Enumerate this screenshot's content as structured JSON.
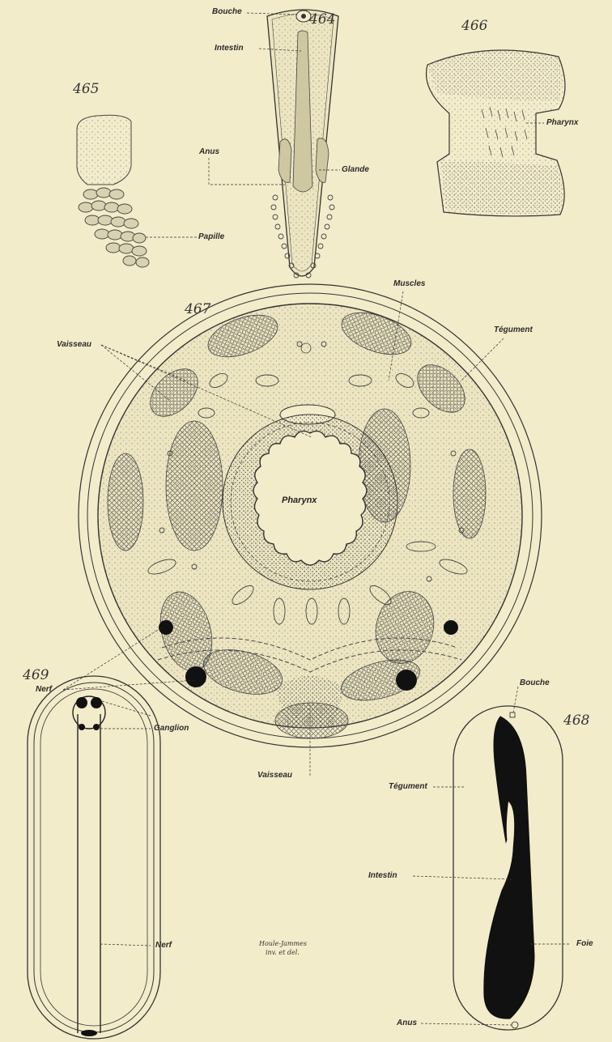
{
  "figures": {
    "fig_464": {
      "number": "464",
      "labels": {
        "bouche": "Bouche",
        "intestin": "Intestin",
        "anus": "Anus",
        "glande": "Glande"
      }
    },
    "fig_465": {
      "number": "465",
      "labels": {
        "papille": "Papille"
      }
    },
    "fig_466": {
      "number": "466",
      "labels": {
        "pharynx": "Pharynx"
      }
    },
    "fig_467": {
      "number": "467",
      "labels": {
        "muscles": "Muscles",
        "tegument": "Tégument",
        "vaisseau_top": "Vaisseau",
        "pharynx": "Pharynx",
        "nerf": "Nerf",
        "vaisseau_bottom": "Vaisseau"
      }
    },
    "fig_468": {
      "number": "468",
      "labels": {
        "bouche": "Bouche",
        "tegument": "Tégument",
        "intestin": "Intestin",
        "foie": "Foie",
        "anus": "Anus"
      }
    },
    "fig_469": {
      "number": "469",
      "labels": {
        "ganglion": "Ganglion",
        "nerf": "Nerf"
      }
    }
  },
  "signature": {
    "line1": "Houle-Jammes",
    "line2": "inv. et del."
  },
  "colors": {
    "paper": "#f3ecca",
    "ink": "#2a2a2a",
    "stipple": "#6b6b6b"
  }
}
